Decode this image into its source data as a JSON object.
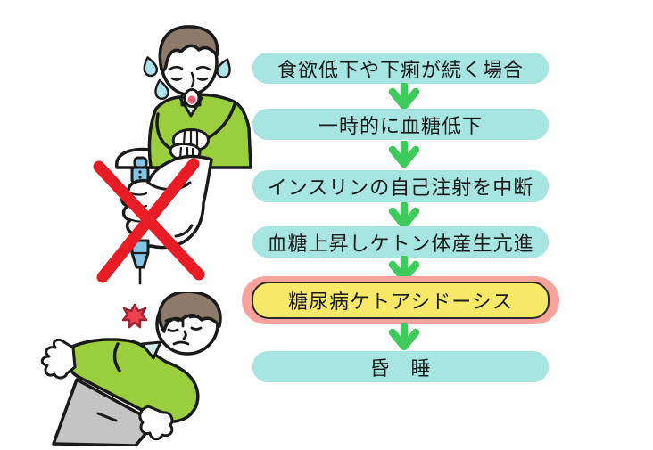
{
  "flowchart": {
    "steps": [
      {
        "id": 1,
        "label": "食欲低下や下痢が続く場合",
        "style": "normal"
      },
      {
        "id": 2,
        "label": "一時的に血糖低下",
        "style": "normal"
      },
      {
        "id": 3,
        "label": "インスリンの自己注射を中断",
        "style": "normal"
      },
      {
        "id": 4,
        "label": "血糖上昇しケトン体産生亢進",
        "style": "normal"
      },
      {
        "id": 5,
        "label": "糖尿病ケトアシドーシス",
        "style": "highlighted"
      },
      {
        "id": 6,
        "label": "昏　睡",
        "style": "normal"
      }
    ],
    "connector": "down-arrow"
  },
  "colors": {
    "background": "#ffffff",
    "step_box_fill": "#a7e5e0",
    "highlight_box_fill": "#f9e968",
    "highlight_box_ring": "#f8a39c",
    "arrow_green": "#3ecb5b",
    "prohibition_cross_red": "#e81c24",
    "sweater_green": "#9bce3c",
    "hair_brown": "#8e7a69",
    "pants_gray": "#c4c4c4",
    "pen_blue": "#82c5e6",
    "sweat_drop_teal": "#aee3ee",
    "pain_burst_red": "#ef4050",
    "text": "#1a1a1a"
  },
  "illustrations": [
    {
      "name": "sick-person-illustration",
      "description": "汗をかき腹部を押さえる男性"
    },
    {
      "name": "insulin-pen-crossed-out-illustration",
      "description": "インスリンペンを持つ手に赤い×印"
    },
    {
      "name": "collapsed-person-illustration",
      "description": "倒れて昏睡する男性"
    }
  ]
}
